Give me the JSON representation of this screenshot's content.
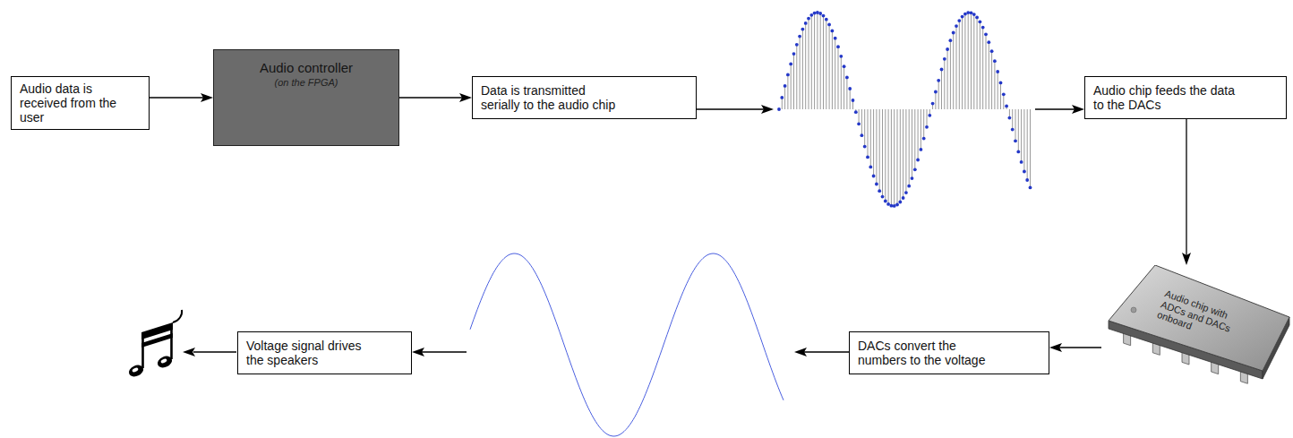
{
  "diagram": {
    "nodes": [
      {
        "text": [
          "Audio data is received from the user"
        ]
      },
      {
        "text": [
          "Audio controller",
          "(on the FPGA)"
        ]
      },
      {
        "text": [
          "Data is transmitted serially to the audio chip"
        ]
      },
      {
        "text": [
          "Audio chip feeds the data to the DACs"
        ]
      },
      {
        "text": [
          "Audio chip with ADCs and DACs onboard"
        ]
      },
      {
        "text": [
          "DACs convert the numbers to the voltage"
        ]
      },
      {
        "text": [
          "Voltage signal drives the speakers"
        ]
      }
    ],
    "edges": [
      {
        "from": 0,
        "to": 1,
        "arrow": "to"
      },
      {
        "from": 1,
        "to": 2,
        "arrow": "to"
      },
      {
        "from": 2,
        "to": 3,
        "arrow": "to"
      },
      {
        "from": 3,
        "to": 4,
        "arrow": "to"
      },
      {
        "from": 4,
        "to": 5,
        "arrow": "to"
      },
      {
        "from": 5,
        "to": 6,
        "arrow": "to"
      }
    ]
  }
}
